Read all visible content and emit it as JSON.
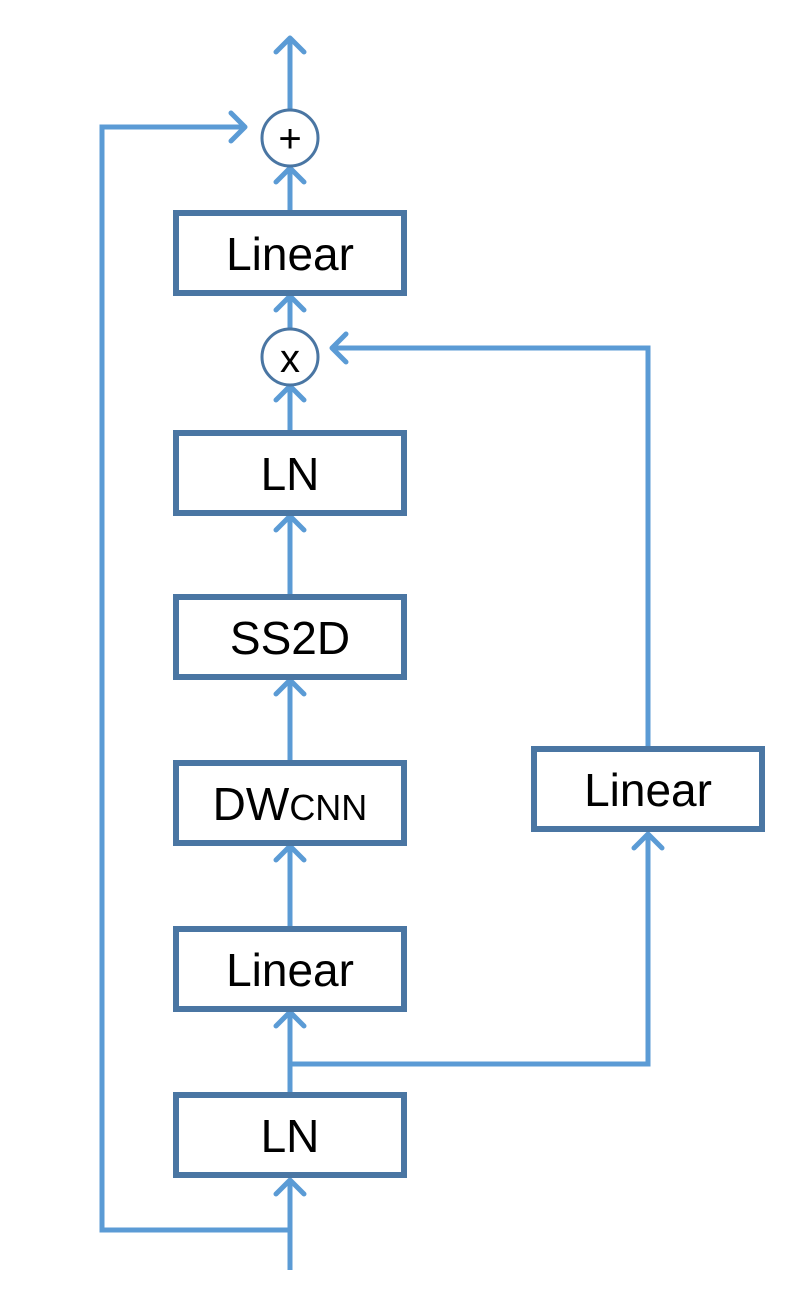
{
  "blocks": {
    "ln_bottom": "LN",
    "linear_bottom": "Linear",
    "dwcnn_main": "DW",
    "dwcnn_suffix": "CNN",
    "ss2d": "SS2D",
    "ln_top": "LN",
    "linear_top": "Linear",
    "linear_branch": "Linear"
  },
  "operators": {
    "multiply": "x",
    "add": "+"
  },
  "colors": {
    "wire": "#5b9bd5",
    "block_border": "#4a76a3"
  }
}
